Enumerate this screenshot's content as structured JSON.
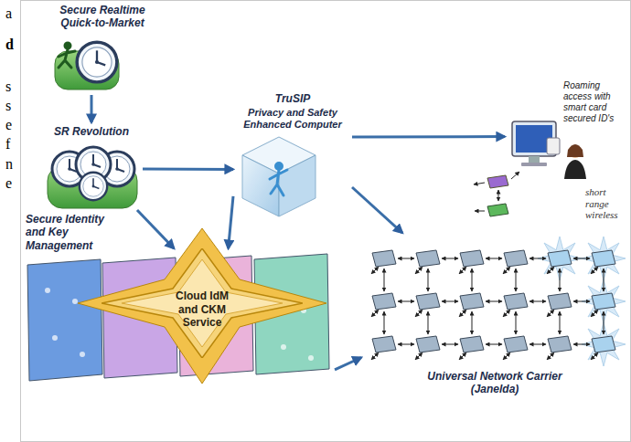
{
  "diagram": {
    "nodes": [
      {
        "text": [
          "Secure Realtime Quick-to-Market"
        ]
      },
      {
        "text": [
          "SR Revolution"
        ]
      },
      {
        "text": [
          "TruSIP",
          "Privacy and Safety Enhanced Computer"
        ]
      },
      {
        "text": [
          "Roaming access with smart card secured ID's"
        ]
      },
      {
        "text": [
          "Secure Identity and Key Management"
        ]
      },
      {
        "text": [
          "Cloud IdM and CKM Service"
        ],
        "in": 4
      },
      {
        "text": [
          "Universal Network Carrier (Janelda)"
        ]
      }
    ],
    "edges": [
      {
        "from": 0,
        "to": 1,
        "arrow": "to"
      },
      {
        "from": 1,
        "to": 2,
        "arrow": "to"
      },
      {
        "from": 1,
        "to": 5,
        "arrow": "to"
      },
      {
        "from": 2,
        "to": 3,
        "arrow": "to"
      },
      {
        "from": 2,
        "to": 6,
        "arrow": "to"
      },
      {
        "from": 2,
        "to": 5,
        "arrow": "to"
      },
      {
        "from": 4,
        "to": 6,
        "arrow": "to"
      }
    ],
    "labels": [
      "a",
      "d",
      "s",
      "s",
      "e",
      "f",
      "n",
      "e",
      "short range wireless"
    ]
  }
}
